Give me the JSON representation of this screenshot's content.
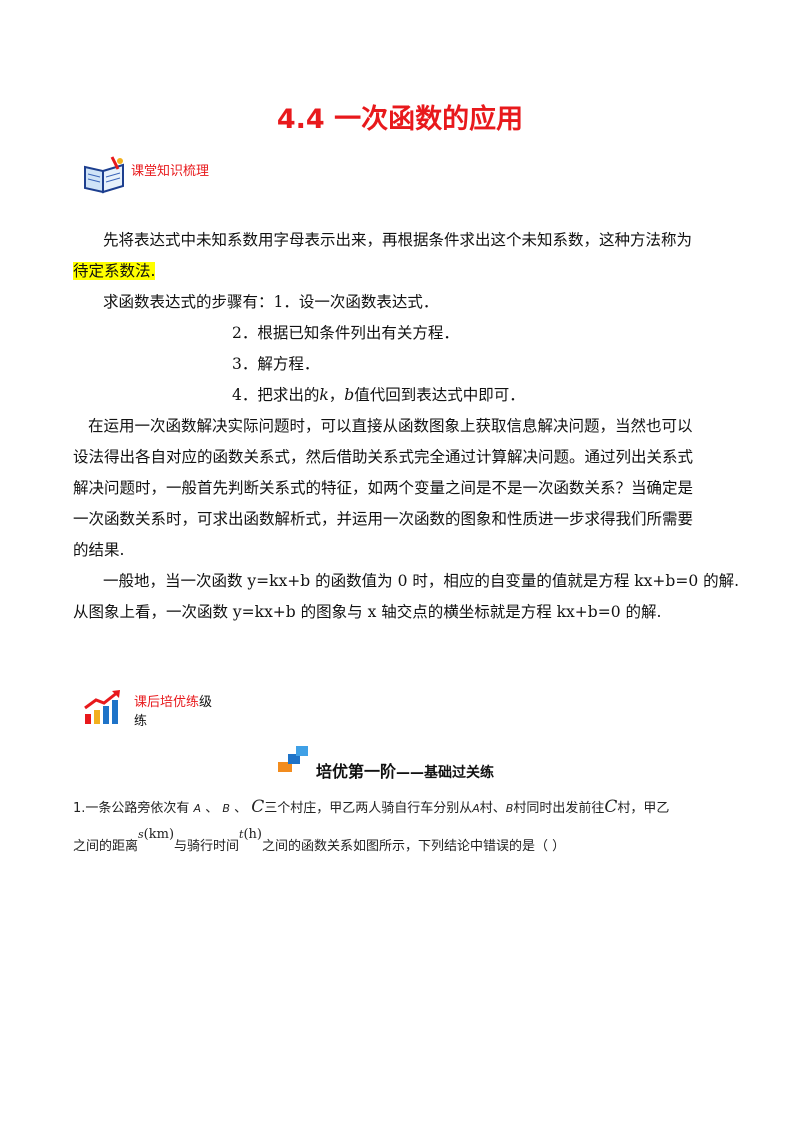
{
  "title": "4.4  一次函数的应用",
  "section1": {
    "label": "课堂知识梳理",
    "icon": "open-book-icon"
  },
  "para1": {
    "line1": "先将表达式中未知系数用字母表示出来，再根据条件求出这个未知系数，这种方法称为",
    "highlight": "待定系数法."
  },
  "steps": {
    "lead": "求函数表达式的步骤有：1．设一次函数表达式．",
    "step2": "2．根据已知条件列出有关方程．",
    "step3": "3．解方程．",
    "step4_a": "4．把求出的",
    "step4_k": "k",
    "step4_sep": "，",
    "step4_b": "b",
    "step4_c": "值代回到表达式中即可．"
  },
  "para2": {
    "l1": "在运用一次函数解决实际问题时，可以直接从函数图象上获取信息解决问题，当然也可以",
    "l2": "设法得出各自对应的函数关系式，然后借助关系式完全通过计算解决问题。通过列出关系式",
    "l3": "解决问题时，一般首先判断关系式的特征，如两个变量之间是不是一次函数关系？当确定是",
    "l4": "一次函数关系时，可求出函数解析式，并运用一次函数的图象和性质进一步求得我们所需要",
    "l5": "的结果."
  },
  "para3": {
    "l1": "一般地，当一次函数 y=kx+b 的函数值为 0 时，相应的自变量的值就是方程 kx+b=0 的解.",
    "l2": "从图象上看，一次函数 y=kx+b 的图象与 x 轴交点的横坐标就是方程 kx+b=0 的解."
  },
  "section2": {
    "label_red": "课后培优练",
    "label_black1": "级",
    "label_black2": "练",
    "icon": "rising-chart-icon"
  },
  "tier": {
    "label_bold": "培优第一阶",
    "label_rest": "——基础过关练",
    "icon": "stairs-icon"
  },
  "question": {
    "l1_a": "1.一条公路旁依次有",
    "A": "A",
    "sep": "、",
    "B": "B",
    "C": "C",
    "l1_b": "三个村庄，甲乙两人骑自行车分别从",
    "l1_c": "村、",
    "l1_d": "村同时出发前往",
    "l1_e": "村，甲乙",
    "l2_a": "之间的距离",
    "s": "s",
    "km": "(km)",
    "l2_b": "与骑行时间",
    "t": "t",
    "h": "(h)",
    "l2_c": "之间的函数关系如图所示，下列结论中错误的是（      ）"
  }
}
